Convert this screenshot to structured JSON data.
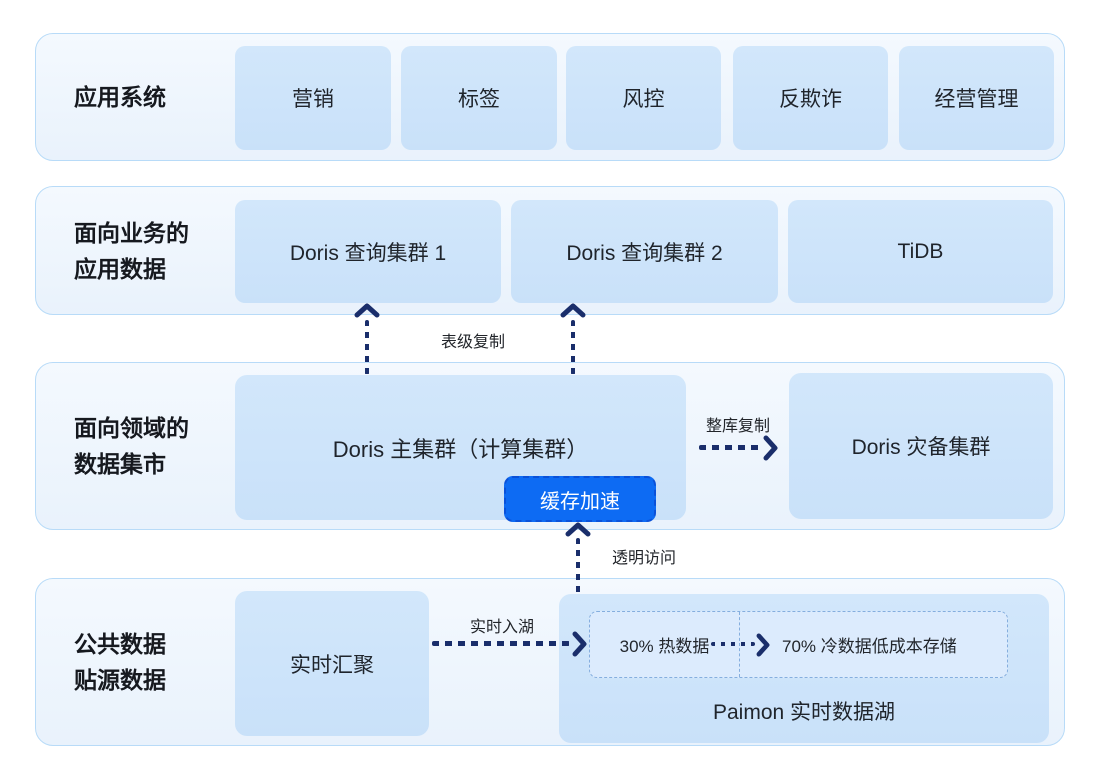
{
  "colors": {
    "band_border": "#b8dbf8",
    "band_fill": "#eef5fd",
    "box_fill": "#cde4fa",
    "arrow_navy": "#1a2e6b",
    "badge_fill": "#0d6bf3",
    "badge_border": "#0a51d8",
    "text": "#1b1f26"
  },
  "rows": [
    {
      "label": "应用系统",
      "boxes": [
        "营销",
        "标签",
        "风控",
        "反欺诈",
        "经营管理"
      ]
    },
    {
      "label": "面向业务的\n应用数据",
      "boxes": [
        "Doris 查询集群 1",
        "Doris 查询集群 2",
        "TiDB"
      ]
    },
    {
      "label": "面向领域的\n数据集市",
      "main_box": "Doris 主集群（计算集群）",
      "badge": "缓存加速",
      "dr_box": "Doris 灾备集群"
    },
    {
      "label": "公共数据\n贴源数据",
      "ingest_box": "实时汇聚",
      "lake": {
        "title": "Paimon 实时数据湖",
        "hot": "30% 热数据",
        "cold": "70% 冷数据低成本存储"
      }
    }
  ],
  "arrow_labels": {
    "table_replication": "表级复制",
    "full_db_replication": "整库复制",
    "transparent_access": "透明访问",
    "realtime_lake_ingestion": "实时入湖"
  }
}
